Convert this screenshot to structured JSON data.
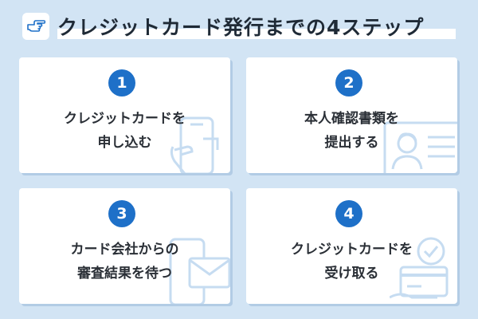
{
  "header": {
    "title": "クレジットカード発行までの4ステップ",
    "icon": "pointing-hand-icon"
  },
  "steps": [
    {
      "number": "1",
      "line1": "クレジットカードを",
      "line2": "申し込む",
      "icon": "phone-hand-icon"
    },
    {
      "number": "2",
      "line1": "本人確認書類を",
      "line2": "提出する",
      "icon": "id-card-icon"
    },
    {
      "number": "3",
      "line1": "カード会社からの",
      "line2": "審査結果を待つ",
      "icon": "mail-phone-icon"
    },
    {
      "number": "4",
      "line1": "クレジットカードを",
      "line2": "受け取る",
      "icon": "card-check-icon"
    }
  ],
  "colors": {
    "background": "#d2e4f4",
    "accent": "#1e70c8",
    "card": "#ffffff",
    "illustration": "#c6dcf1"
  }
}
